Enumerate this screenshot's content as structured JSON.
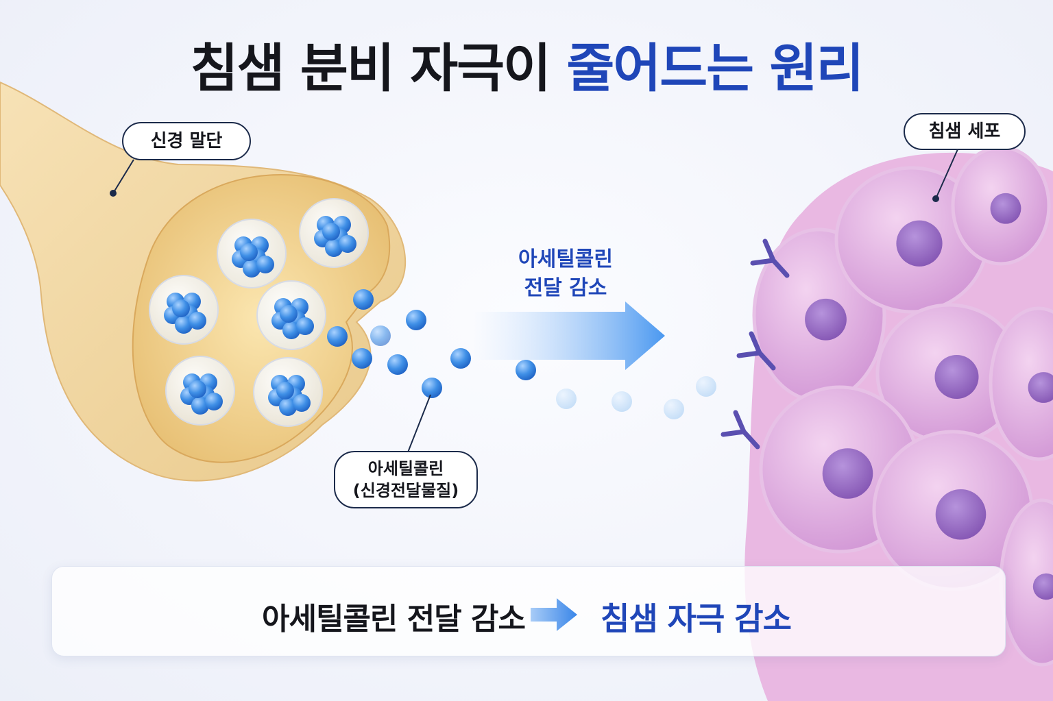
{
  "title": {
    "part1": "침샘 분비 자극이",
    "part2": "줄어드는 원리"
  },
  "labels": {
    "nerve_ending": "신경 말단",
    "salivary_cell": "침샘 세포",
    "acetylcholine_line1": "아세틸콜린",
    "acetylcholine_line2": "(신경전달물질)"
  },
  "arrow_text": {
    "line1": "아세틸콜린",
    "line2": "전달 감소"
  },
  "summary": {
    "left": "아세틸콜린 전달 감소",
    "right": "침샘 자극 감소"
  },
  "colors": {
    "accent_blue": "#1f46b8",
    "nerve_tan": "#f3d9a6",
    "cell_pink": "#e6b3e4",
    "nucleus_purple": "#9a6cc4",
    "molecule_blue": "#3f8fe6"
  }
}
